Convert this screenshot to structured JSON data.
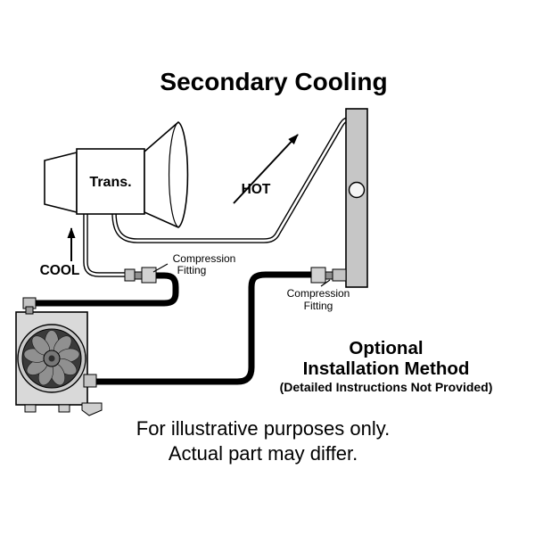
{
  "diagram": {
    "title": "Secondary Cooling",
    "labels": {
      "trans": "Trans.",
      "hot": "HOT",
      "cool": "COOL",
      "fitting1_line1": "Compression",
      "fitting1_line2": "Fitting",
      "fitting2_line1": "Compression",
      "fitting2_line2": "Fitting"
    },
    "note": {
      "line1": "Optional",
      "line2": "Installation Method",
      "line3": "(Detailed Instructions Not Provided)"
    },
    "footer": {
      "line1": "For illustrative purposes only.",
      "line2": "Actual part may differ."
    },
    "colors": {
      "line": "#000000",
      "radiator_fill": "#c6c6c6",
      "cooler_fill": "#d9d9d9",
      "fitting_fill": "#c4c4c4",
      "fan_dark": "#3a3a3a",
      "fan_blade": "#909090",
      "background": "#ffffff"
    }
  }
}
